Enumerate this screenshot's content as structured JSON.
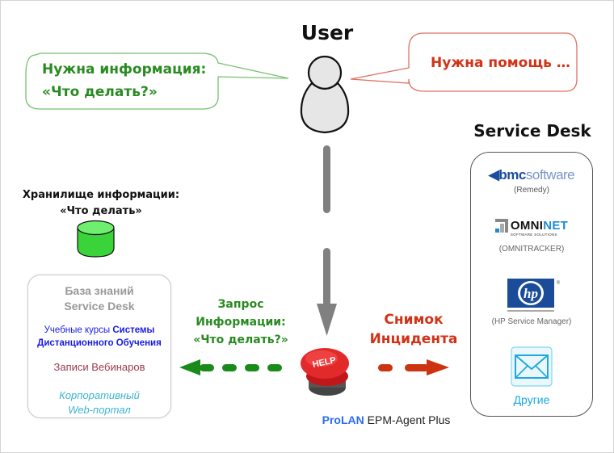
{
  "user": {
    "title": "User",
    "icon": "person-icon"
  },
  "bubbles": {
    "info_needed_line1": "Нужна информация:",
    "info_needed_line2": "«Что делать?»",
    "help_needed": "Нужна помощь …"
  },
  "storage": {
    "title_line1": "Хранилище информации:",
    "title_line2": "«Что делать»",
    "icon": "database-icon"
  },
  "knowledge_base": {
    "title_line1": "База знаний",
    "title_line2": "Service Desk",
    "courses_prefix": "Учебные курсы ",
    "courses_bold1": "Системы",
    "courses_bold2": "Дистанционного Обучения",
    "webinars": "Записи Вебинаров",
    "portal_line1": "Корпоративный",
    "portal_line2": "Web-портал"
  },
  "request": {
    "line1": "Запрос",
    "line2": "Информации:",
    "line3": "«Что делать?»"
  },
  "snapshot": {
    "line1": "Снимок",
    "line2": "Инцидента"
  },
  "agent": {
    "button_label": "HELP",
    "brand": "ProLAN",
    "product": " EPM-Agent Plus"
  },
  "service_desk": {
    "title": "Service Desk",
    "items": [
      {
        "logo_bold": "bmc",
        "logo_light": "software",
        "caption": "(Remedy)"
      },
      {
        "logo_part1": "OMNI",
        "logo_part2": "NET",
        "logo_sub": "SOFTWARE SOLUTIONS",
        "caption": "(OMNITRACKER)"
      },
      {
        "logo": "hp",
        "caption": "(HP Service Manager)"
      },
      {
        "icon": "envelope-icon",
        "caption": "Другие"
      }
    ]
  },
  "colors": {
    "green": "#2a8a22",
    "red": "#d23216",
    "blue_brand": "#2b6df0",
    "gray_arrow": "#808080"
  }
}
